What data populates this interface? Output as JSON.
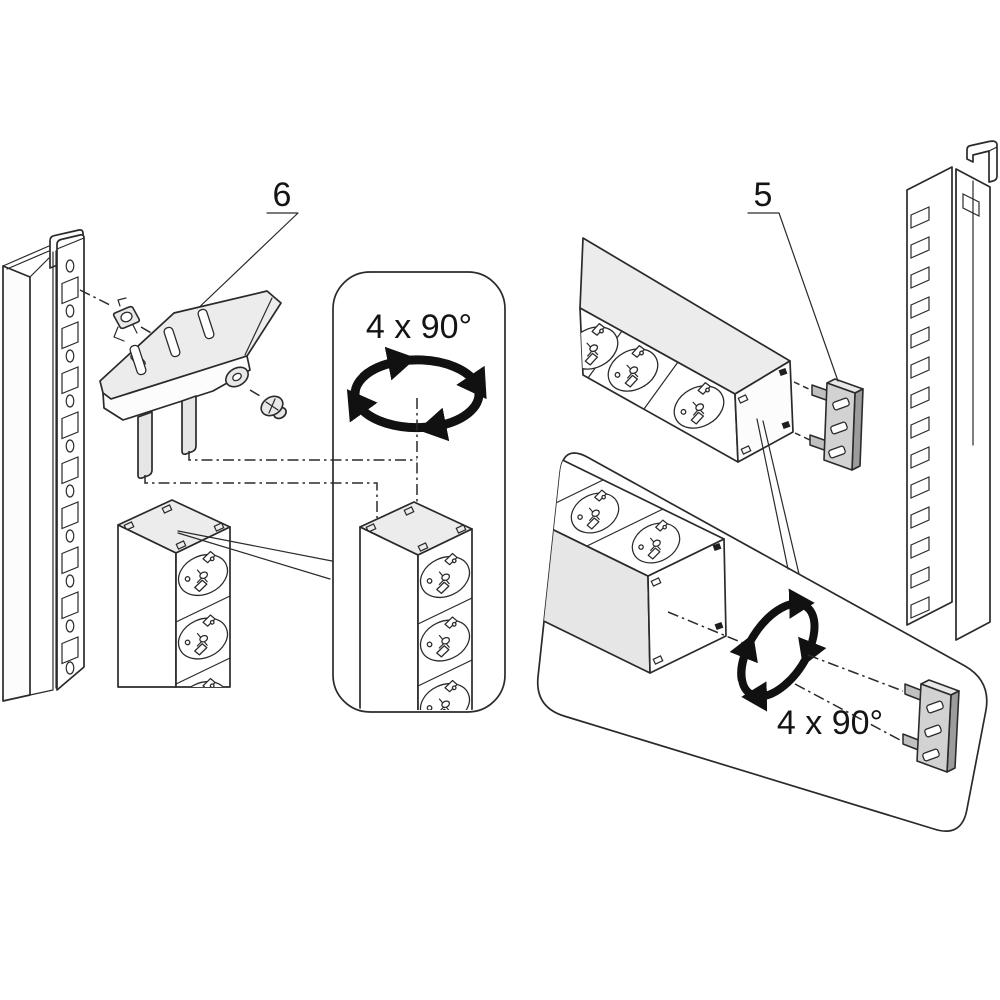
{
  "figure": {
    "background": "#ffffff",
    "line_color": "#2a2a2a",
    "shade_light": "#ececec",
    "shade_mid": "#d2d2d2",
    "shade_dark": "#9c9c9c",
    "panels": {
      "left": {
        "part_label": "6",
        "rotation_label": "4 x 90°",
        "parts": [
          "rack-rail",
          "cage-nut",
          "mounting-bracket",
          "washer",
          "pan-head-screw",
          "socket-strip",
          "socket-strip-rotated",
          "rotation-arrows-icon"
        ]
      },
      "right": {
        "part_label": "5",
        "rotation_label": "4 x 90°",
        "parts": [
          "socket-strip",
          "adapter-plate",
          "rack-rail",
          "socket-strip-rotated",
          "adapter-plate-rotated",
          "rotation-arrows-icon"
        ]
      }
    }
  }
}
